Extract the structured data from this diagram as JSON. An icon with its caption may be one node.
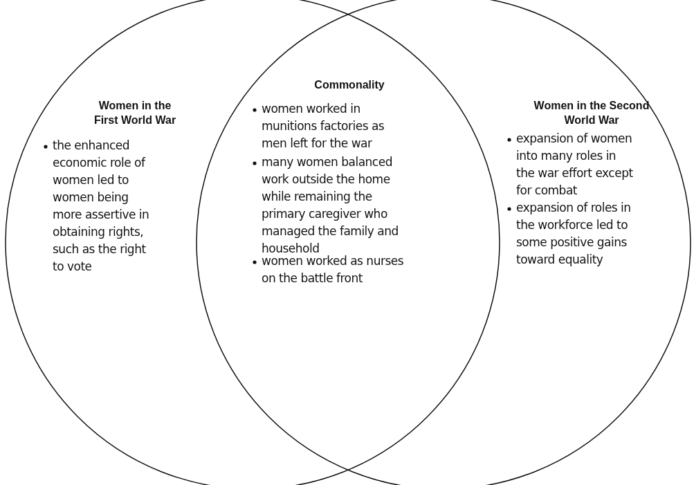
{
  "diagram": {
    "nodes": [
      {
        "text": [
          "Women in the First World War",
          "the enhanced economic role of women led to women being more assertive in obtaining rights, such as the right to vote"
        ]
      },
      {
        "text": [
          "Commonality",
          "women worked in munitions factories as men left for the war",
          "many women balanced work outside the home while remaining the primary caregiver who managed the family and household",
          "women worked as nurses on the battle front"
        ]
      },
      {
        "text": [
          "Women in the Second World War",
          "expansion of women into many roles in the war effort except for combat",
          "expansion of roles in the workforce led to some positive gains toward equality"
        ]
      }
    ]
  }
}
